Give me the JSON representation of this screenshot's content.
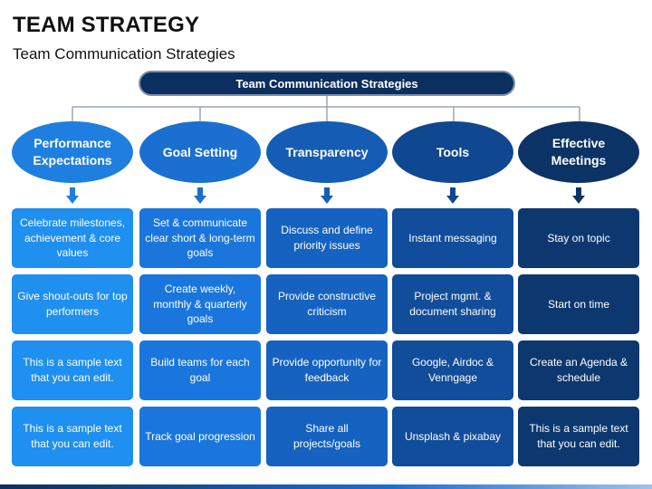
{
  "header": {
    "title": "TEAM STRATEGY",
    "subtitle": "Team Communication Strategies"
  },
  "root": {
    "label": "Team Communication Strategies"
  },
  "columns": [
    {
      "heading": "Performance Expectations",
      "head_color": "#1f7fe0",
      "cell_color": "#1f8ff0",
      "items": [
        "Celebrate milestones, achievement & core values",
        "Give shout-outs for top performers",
        "This is a sample text that you can edit.",
        "This is a sample text that you can edit."
      ]
    },
    {
      "heading": "Goal Setting",
      "head_color": "#1a6fd0",
      "cell_color": "#1a76dc",
      "items": [
        "Set & communicate clear short & long-term goals",
        "Create weekly, monthly & quarterly goals",
        "Build teams for each goal",
        "Track goal progression"
      ]
    },
    {
      "heading": "Transparency",
      "head_color": "#155cb5",
      "cell_color": "#1662c0",
      "items": [
        "Discuss and define priority issues",
        "Provide constructive criticism",
        "Provide opportunity for feedback",
        "Share all projects/goals"
      ]
    },
    {
      "heading": "Tools",
      "head_color": "#0f4790",
      "cell_color": "#114d9a",
      "items": [
        "Instant messaging",
        "Project mgmt. & document sharing",
        "Google, Airdoc & Venngage",
        "Unsplash & pixabay"
      ]
    },
    {
      "heading": "Effective Meetings",
      "head_color": "#0b3366",
      "cell_color": "#0c386f",
      "items": [
        "Stay on topic",
        "Start on time",
        "Create an Agenda & schedule",
        "This is a sample text that you can edit."
      ]
    }
  ]
}
